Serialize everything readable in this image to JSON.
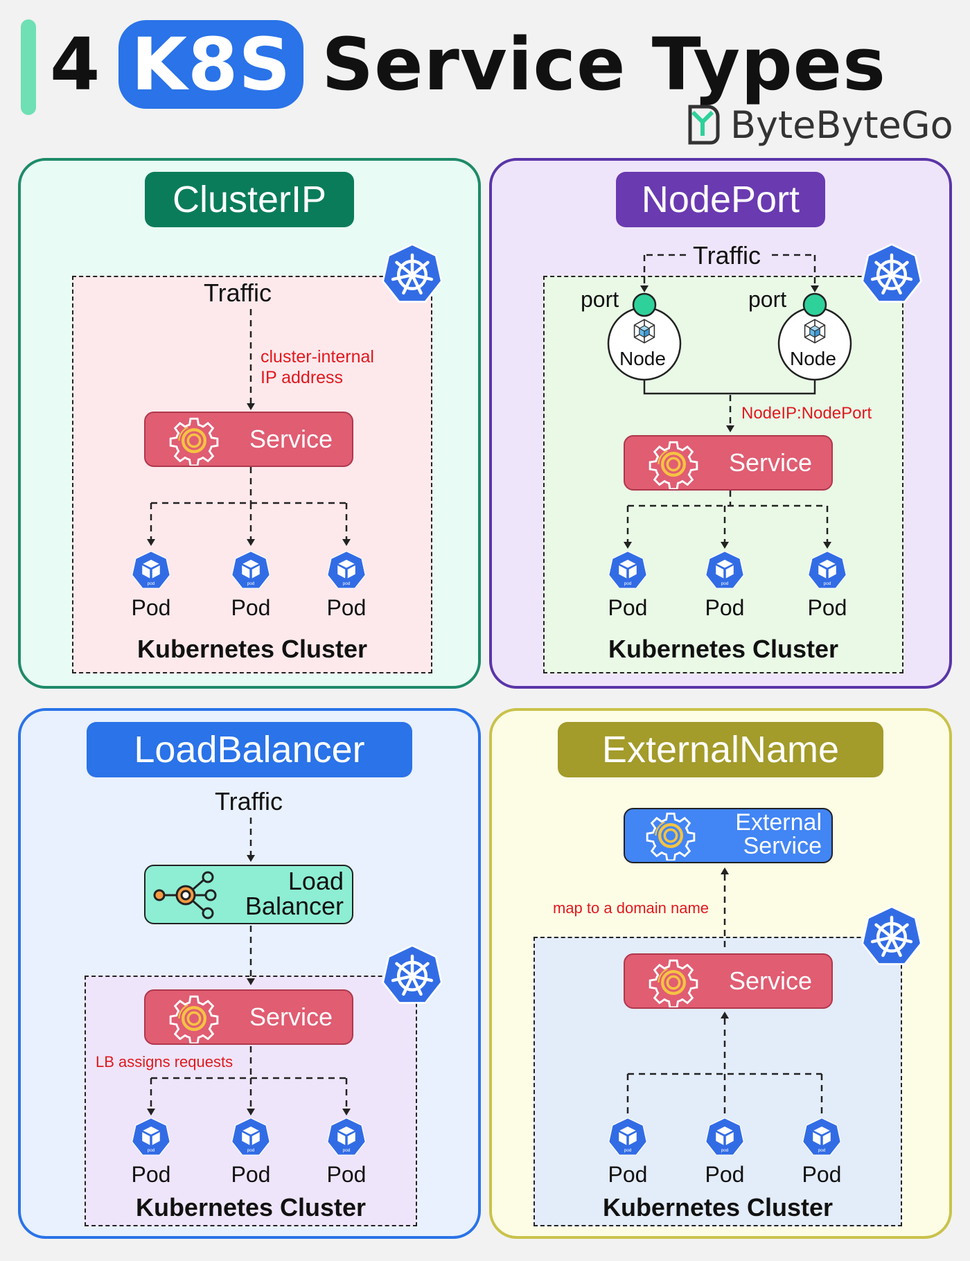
{
  "header": {
    "title_number": "4",
    "title_highlight": "K8S",
    "title_rest": "Service Types",
    "brand": "ByteByteGo"
  },
  "colors": {
    "clusterip": "#0a7c5a",
    "nodeport": "#6a3ab0",
    "loadbalancer": "#2a73e8",
    "externalname": "#a39b2a",
    "service": "#e05d72",
    "external_service": "#4285f4",
    "load_balancer_box": "#8deed3"
  },
  "panels": {
    "clusterip": {
      "title": "ClusterIP",
      "traffic": "Traffic",
      "annotation_line1": "cluster-internal",
      "annotation_line2": "IP address",
      "service": "Service",
      "pods": [
        "Pod",
        "Pod",
        "Pod"
      ],
      "cluster": "Kubernetes Cluster"
    },
    "nodeport": {
      "title": "NodePort",
      "traffic": "Traffic",
      "port_label": "port",
      "node_label": "Node",
      "annotation": "NodeIP:NodePort",
      "service": "Service",
      "pods": [
        "Pod",
        "Pod",
        "Pod"
      ],
      "cluster": "Kubernetes Cluster"
    },
    "loadbalancer": {
      "title": "LoadBalancer",
      "traffic": "Traffic",
      "lb_line1": "Load",
      "lb_line2": "Balancer",
      "service": "Service",
      "annotation": "LB assigns requests",
      "pods": [
        "Pod",
        "Pod",
        "Pod"
      ],
      "cluster": "Kubernetes Cluster"
    },
    "externalname": {
      "title": "ExternalName",
      "external_line1": "External",
      "external_line2": "Service",
      "annotation": "map to a domain name",
      "service": "Service",
      "pods": [
        "Pod",
        "Pod",
        "Pod"
      ],
      "cluster": "Kubernetes Cluster"
    }
  },
  "icons": [
    "kubernetes-wheel-icon",
    "gear-icon",
    "pod-icon",
    "node-cube-icon",
    "load-balancer-icon",
    "bytebytego-logo-icon"
  ]
}
